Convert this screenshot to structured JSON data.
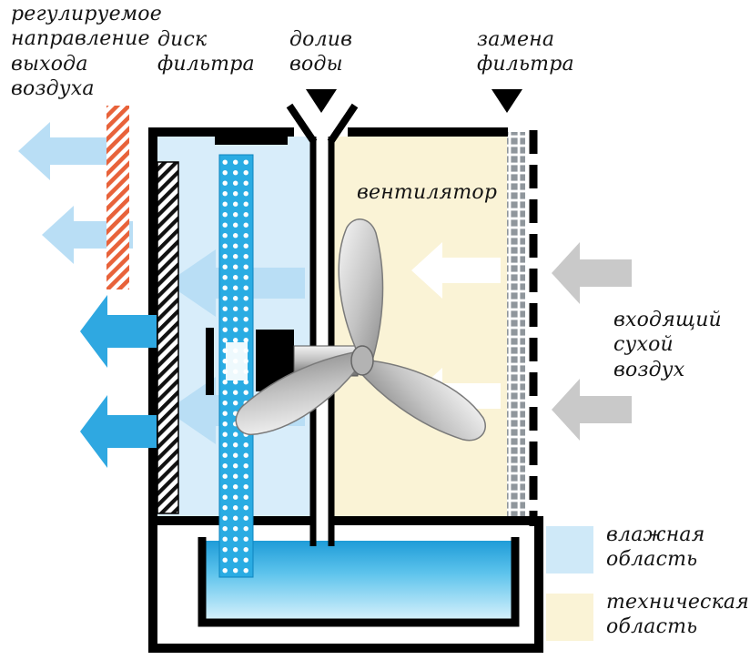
{
  "diagram": {
    "title_hint": "air-washer humidifier cutaway diagram",
    "labels": {
      "air_out": "регулируемое\nнаправление\nвыхода\nвоздуха",
      "filter_disk": "диск\nфильтра",
      "water_refill": "долив\nводы",
      "filter_replace": "замена\nфильтра",
      "fan": "вентилятор",
      "dry_air_in": "входящий\nсухой\nвоздух"
    },
    "legend": [
      {
        "label": "влажная\nобласть",
        "color": "#cfe9f8"
      },
      {
        "label": "техническая\nобласть",
        "color": "#faf3d6"
      }
    ],
    "colors": {
      "humid_area": "#d8edfa",
      "technical_area": "#faf3d6",
      "water_top": "#1f9cd8",
      "water_bottom": "#d9f2fc",
      "arrow_blue": "#2fa8e1",
      "arrow_light_blue": "#b9def5",
      "arrow_grey": "#c9c9c9",
      "arrow_white": "#ffffff",
      "hatch_orange": "#e8623a",
      "outline_black": "#000000",
      "disk_blue": "#2aace3"
    }
  }
}
